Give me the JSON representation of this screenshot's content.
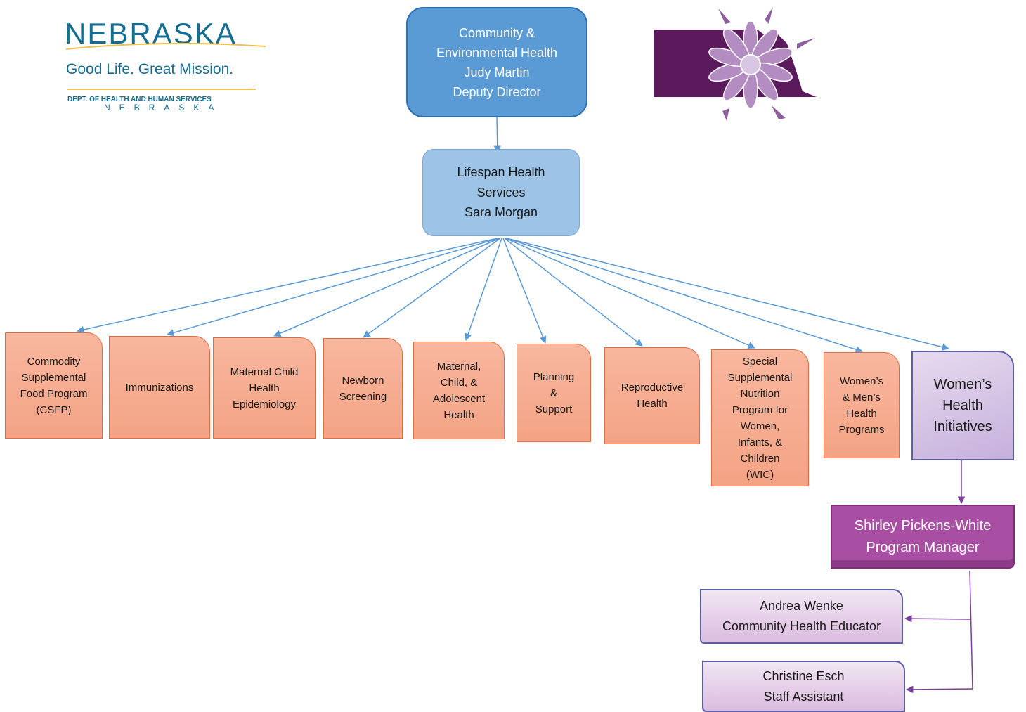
{
  "colors": {
    "top_box": "#5b9bd5",
    "second_box": "#9dc3e6",
    "program_box": "#f4a384",
    "program_border": "#e26b3f",
    "initiatives_box": "#c6b0dc",
    "manager_box": "#a94fa3",
    "staff_box": "#dbbcdf",
    "connector_blue": "#5b9bd5",
    "connector_purple": "#7a3f9a"
  },
  "logo": {
    "name": "NEBRASKA",
    "tagline": "Good Life. Great Mission.",
    "dept": "DEPT. OF HEALTH AND HUMAN SERVICES",
    "state": "NEBRASKA"
  },
  "flower_logo": {
    "icon": "purple-flower-on-nebraska-map-icon"
  },
  "top": {
    "lines": [
      "Community &",
      "Environmental Health",
      "Judy Martin",
      "Deputy Director"
    ]
  },
  "second": {
    "lines": [
      "Lifespan Health",
      "Services",
      "Sara Morgan"
    ]
  },
  "programs": [
    {
      "lines": [
        "Commodity",
        "Supplemental",
        "Food Program",
        "(CSFP)"
      ]
    },
    {
      "lines": [
        "Immunizations"
      ]
    },
    {
      "lines": [
        "Maternal Child",
        "Health",
        "Epidemiology"
      ]
    },
    {
      "lines": [
        "Newborn",
        "Screening"
      ]
    },
    {
      "lines": [
        "Maternal,",
        "Child, &",
        "Adolescent",
        "Health"
      ]
    },
    {
      "lines": [
        "Planning",
        "&",
        "Support"
      ]
    },
    {
      "lines": [
        "Reproductive",
        "Health"
      ]
    },
    {
      "lines": [
        "Special",
        "Supplemental",
        "Nutrition",
        "Program for",
        "Women,",
        "Infants, &",
        "Children",
        "(WIC)"
      ]
    },
    {
      "lines": [
        "Women’s",
        "& Men’s",
        "Health",
        "Programs"
      ]
    }
  ],
  "initiatives": {
    "lines": [
      "Women’s",
      "Health",
      "Initiatives"
    ]
  },
  "manager": {
    "lines": [
      "Shirley Pickens-White",
      "Program Manager"
    ]
  },
  "staff": [
    {
      "lines": [
        "Andrea Wenke",
        "Community Health Educator"
      ]
    },
    {
      "lines": [
        "Christine Esch",
        "Staff Assistant"
      ]
    }
  ]
}
